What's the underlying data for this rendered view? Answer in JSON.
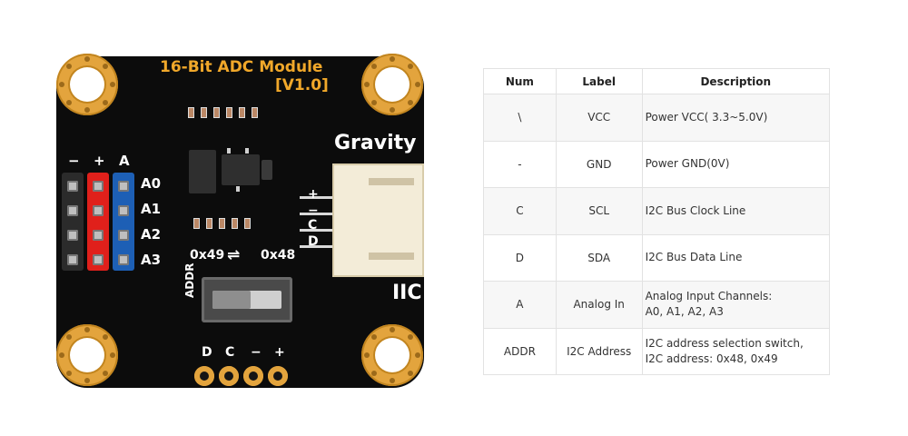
{
  "board": {
    "title": "16-Bit ADC Module",
    "version": "[V1.0]",
    "header_pins": {
      "minus": "−",
      "plus": "+",
      "analog": "A"
    },
    "channels": [
      "A0",
      "A1",
      "A2",
      "A3"
    ],
    "gravity": "Gravity",
    "connector_pins": [
      "+",
      "−",
      "C",
      "D"
    ],
    "iic": "IIC",
    "addr_left": "0x49",
    "addr_arrow": "⇌",
    "addr_right": "0x48",
    "addr_vertical": "ADDR",
    "bottom_pins": [
      "D",
      "C",
      "−",
      "+"
    ],
    "colors": {
      "pad_gold": "#e3a43d",
      "title_orange": "#f1a82a",
      "pin_red": "#e0201b",
      "pin_blue": "#1d5fb5"
    }
  },
  "table": {
    "headers": [
      "Num",
      "Label",
      "Description"
    ],
    "rows": [
      {
        "num": "\\",
        "label": "VCC",
        "desc1": "Power VCC( 3.3~5.0V)",
        "desc2": ""
      },
      {
        "num": "-",
        "label": "GND",
        "desc1": "Power GND(0V)",
        "desc2": ""
      },
      {
        "num": "C",
        "label": "SCL",
        "desc1": "I2C Bus Clock Line",
        "desc2": ""
      },
      {
        "num": "D",
        "label": "SDA",
        "desc1": "I2C Bus Data Line",
        "desc2": ""
      },
      {
        "num": "A",
        "label": "Analog In",
        "desc1": "Analog Input Channels:",
        "desc2": "A0, A1, A2, A3"
      },
      {
        "num": "ADDR",
        "label": "I2C Address",
        "desc1": "I2C address selection switch,",
        "desc2": "I2C address: 0x48, 0x49"
      }
    ]
  }
}
